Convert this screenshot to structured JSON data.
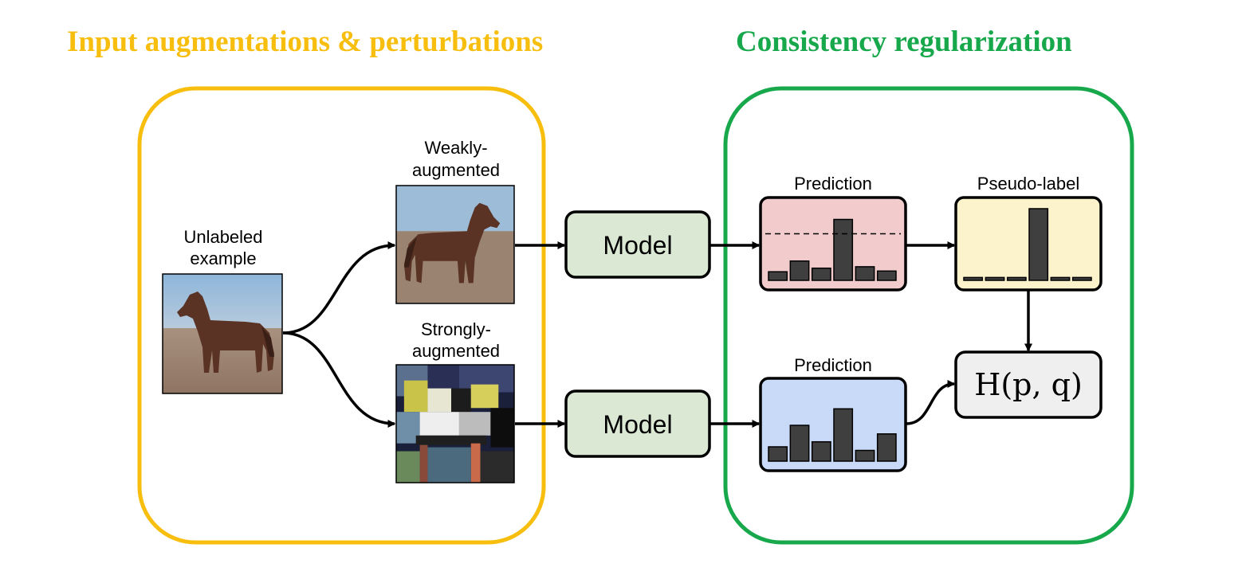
{
  "titles": {
    "left": "Input augmentations & perturbations",
    "right": "Consistency regularization"
  },
  "colors": {
    "left_accent": "#f8be0e",
    "right_accent": "#18a84c",
    "model_fill": "#dae8d4",
    "prediction_weak_fill": "#f2cccc",
    "pseudo_label_fill": "#fcf2cc",
    "prediction_strong_fill": "#c9daf8",
    "loss_fill": "#efefef",
    "bar_fill": "#3f3f3f"
  },
  "labels": {
    "unlabeled": [
      "Unlabeled",
      "example"
    ],
    "weak": [
      "Weakly-",
      "augmented"
    ],
    "strong": [
      "Strongly-",
      "augmented"
    ],
    "prediction_top": "Prediction",
    "pseudo_label": "Pseudo-label",
    "prediction_bottom": "Prediction"
  },
  "models": {
    "top": "Model",
    "bottom": "Model"
  },
  "loss": "H(p, q)",
  "images": {
    "unlabeled": "horse-photo",
    "weak": "weakly-augmented-horse-photo",
    "strong": "strongly-augmented-horse-photo"
  },
  "histograms": {
    "prediction_weak": {
      "values": [
        0.12,
        0.27,
        0.17,
        0.85,
        0.19,
        0.13
      ],
      "threshold": 0.65,
      "threshold_style": "dashed"
    },
    "pseudo_label": {
      "values": [
        0.04,
        0.04,
        0.04,
        1.0,
        0.04,
        0.04
      ]
    },
    "prediction_strong": {
      "values": [
        0.2,
        0.5,
        0.27,
        0.73,
        0.15,
        0.38
      ]
    }
  }
}
